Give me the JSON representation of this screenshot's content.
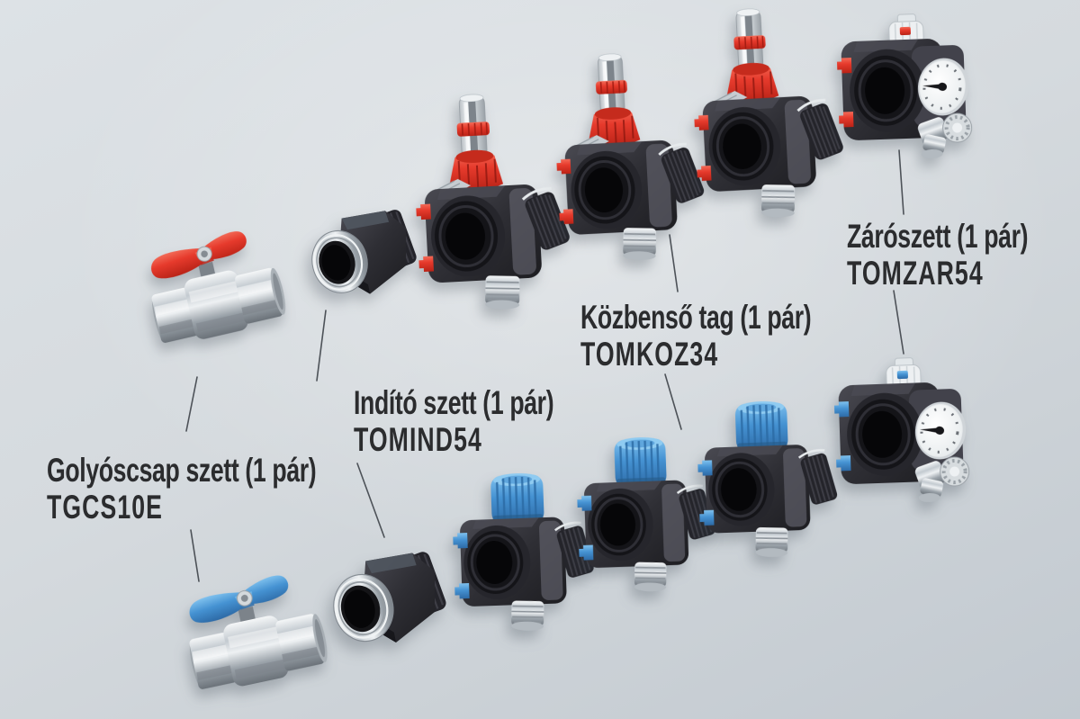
{
  "diagram": {
    "labels": [
      {
        "name": "Golyóscsap szett (1 pár)",
        "code": "TGCS10E"
      },
      {
        "name": "Indító szett (1 pár)",
        "code": "TOMIND54"
      },
      {
        "name": "Közbenső tag (1 pár)",
        "code": "TOMKOZ34"
      },
      {
        "name": "Zárószett (1 pár)",
        "code": "TOMZAR54"
      }
    ],
    "figures": [
      "ball-valve-red",
      "ball-valve-blue",
      "starter-adapter-top",
      "starter-adapter-bottom",
      "flow-meter-segment-red-1",
      "flow-meter-segment-red-2",
      "flow-meter-segment-red-3",
      "valve-segment-blue-1",
      "valve-segment-blue-2",
      "valve-segment-blue-3",
      "end-piece-gauge-red",
      "end-piece-gauge-blue"
    ],
    "colors": {
      "background_top": "#dde2e6",
      "background_bottom": "#c2c9d0",
      "accent_red": "#e63a2c",
      "accent_blue": "#4592d2",
      "body_black": "#2e2e34",
      "chrome": "#c9ced3",
      "label_text": "#2b2c2e",
      "leader_line": "#4d5258"
    }
  }
}
